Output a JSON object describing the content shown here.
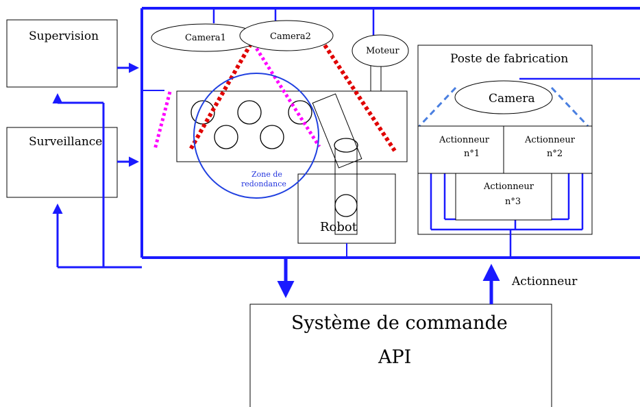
{
  "boxes": {
    "supervision": "Supervision",
    "surveillance": "Surveillance",
    "poste_fabrication": "Poste de fabrication",
    "robot": "Robot",
    "controller_line1": "Système de commande",
    "controller_line2": "API"
  },
  "cameras": {
    "camera1": "Camera1",
    "camera2": "Camera2",
    "camera_poste": "Camera"
  },
  "motor": "Moteur",
  "actuators": {
    "a1_line1": "Actionneur",
    "a1_line2": "n°1",
    "a2_line1": "Actionneur",
    "a2_line2": "n°2",
    "a3_line1": "Actionneur",
    "a3_line2": "n°3"
  },
  "redundancy_zone": {
    "line1": "Zone de",
    "line2": "redondance"
  },
  "arrow_label": "Actionneur",
  "colors": {
    "bus": "#1a1aff",
    "camera1_fov": "#ff00ff",
    "camera2_fov": "#e00000",
    "poste_fov": "#4a7fe0",
    "redundancy_circle": "#2040e0"
  }
}
